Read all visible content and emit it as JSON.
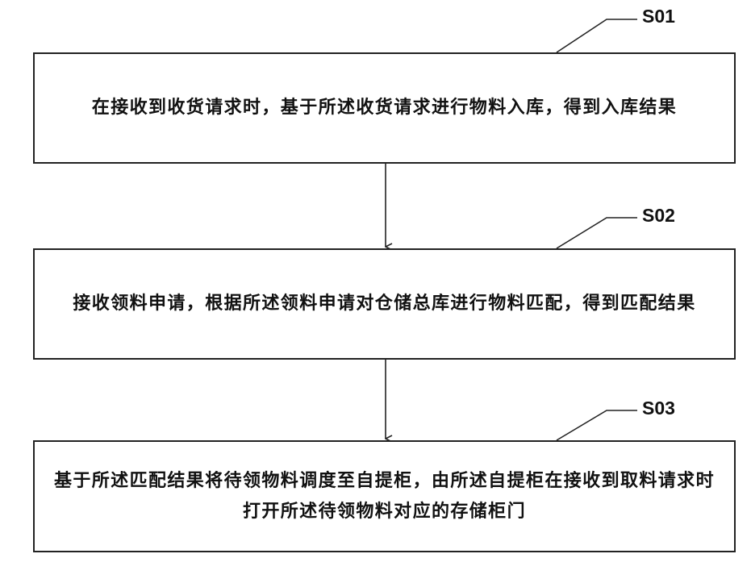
{
  "flowchart": {
    "steps": [
      {
        "label": "S01",
        "text": "在接收到收货请求时，基于所述收货请求进行物料入库，得到入库结果"
      },
      {
        "label": "S02",
        "text": "接收领料申请，根据所述领料申请对仓储总库进行物料匹配，得到匹配结果"
      },
      {
        "label": "S03",
        "text": "基于所述匹配结果将待领物料调度至自提柜，由所述自提柜在接收到取料请求时打开所述待领物料对应的存储柜门"
      }
    ]
  }
}
